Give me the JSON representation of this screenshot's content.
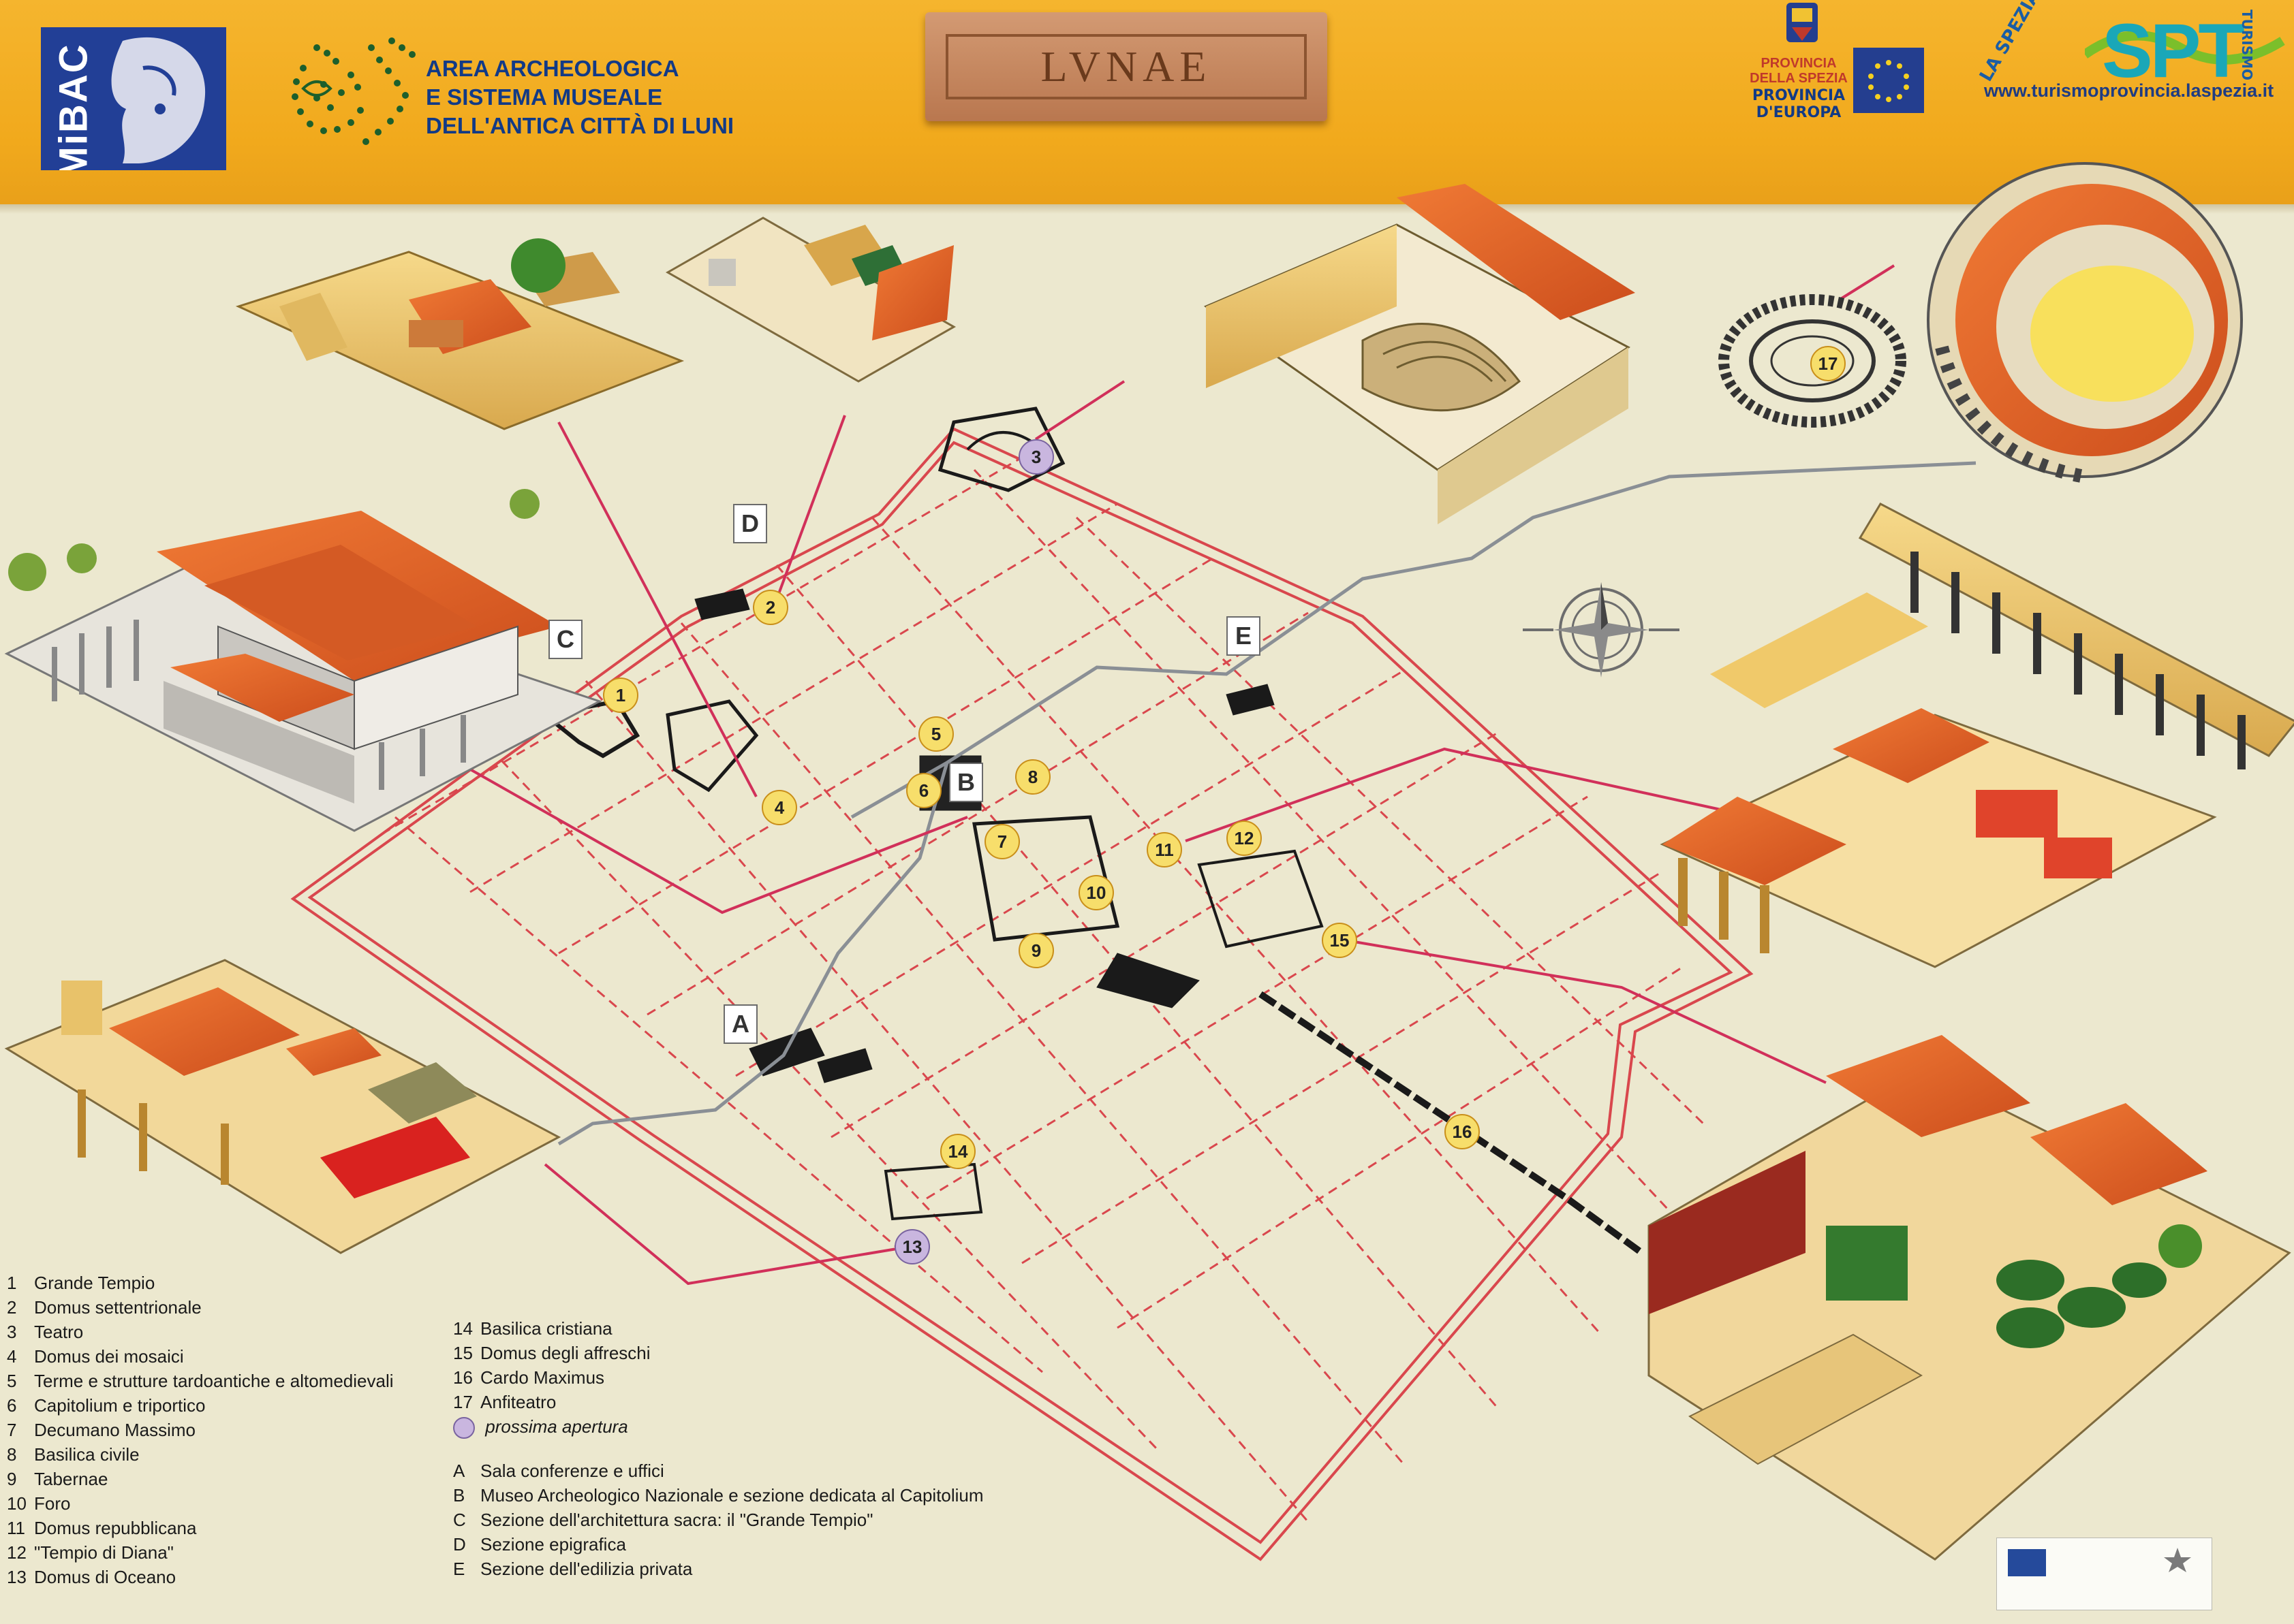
{
  "header": {
    "mibac_logo_text": "MiBAC",
    "area_title_lines": [
      "AREA ARCHEOLOGICA",
      "E SISTEMA MUSEALE",
      "DELL'ANTICA CITTÀ DI LUNI"
    ],
    "plaque_text": "LVNAE",
    "province_logo_lines": [
      "PROVINCIA",
      "DELLA SPEZIA"
    ],
    "province_europa_lines": [
      "PROVINCIA",
      "D'EUROPA"
    ],
    "spt_logo_text": "SPT",
    "spt_vertical_text": "LA SPEZIA PROVINCIA",
    "spt_tag": "TURISMO",
    "website": "www.turismoprovincia.laspezia.it"
  },
  "colors": {
    "banner": "#f1a91c",
    "parchment": "#ece8cf",
    "city_wall": "#d9474d",
    "callout_line": "#d1305a",
    "pin_fill": "#f7de6b",
    "pin_upcoming": "#c9b6df",
    "roof_orange": "#e8632a",
    "navy": "#123a86"
  },
  "map": {
    "compass": "compass-rose-icon",
    "letter_markers": [
      {
        "id": "A"
      },
      {
        "id": "B"
      },
      {
        "id": "C"
      },
      {
        "id": "D"
      },
      {
        "id": "E"
      }
    ],
    "number_markers": [
      {
        "id": "1"
      },
      {
        "id": "2"
      },
      {
        "id": "3",
        "upcoming": true
      },
      {
        "id": "4"
      },
      {
        "id": "5"
      },
      {
        "id": "6"
      },
      {
        "id": "7"
      },
      {
        "id": "8"
      },
      {
        "id": "9"
      },
      {
        "id": "10"
      },
      {
        "id": "11"
      },
      {
        "id": "12"
      },
      {
        "id": "13",
        "upcoming": true
      },
      {
        "id": "14"
      },
      {
        "id": "15"
      },
      {
        "id": "16"
      },
      {
        "id": "17"
      }
    ]
  },
  "legend_numbers": [
    {
      "n": "1",
      "label": "Grande Tempio"
    },
    {
      "n": "2",
      "label": "Domus settentrionale"
    },
    {
      "n": "3",
      "label": "Teatro"
    },
    {
      "n": "4",
      "label": "Domus dei mosaici"
    },
    {
      "n": "5",
      "label": "Terme e strutture tardoantiche e altomedievali"
    },
    {
      "n": "6",
      "label": "Capitolium e triportico"
    },
    {
      "n": "7",
      "label": "Decumano Massimo"
    },
    {
      "n": "8",
      "label": "Basilica civile"
    },
    {
      "n": "9",
      "label": "Tabernae"
    },
    {
      "n": "10",
      "label": "Foro"
    },
    {
      "n": "11",
      "label": "Domus repubblicana"
    },
    {
      "n": "12",
      "label": "\"Tempio di Diana\""
    },
    {
      "n": "13",
      "label": "Domus di Oceano"
    }
  ],
  "legend_numbers_2": [
    {
      "n": "14",
      "label": "Basilica cristiana"
    },
    {
      "n": "15",
      "label": "Domus degli affreschi"
    },
    {
      "n": "16",
      "label": "Cardo Maximus"
    },
    {
      "n": "17",
      "label": "Anfiteatro"
    }
  ],
  "legend_upcoming": "prossima apertura",
  "legend_letters": [
    {
      "n": "A",
      "label": "Sala conferenze e uffici"
    },
    {
      "n": "B",
      "label": "Museo Archeologico Nazionale e sezione dedicata al Capitolium"
    },
    {
      "n": "C",
      "label": "Sezione dell'architettura sacra: il \"Grande Tempio\""
    },
    {
      "n": "D",
      "label": "Sezione epigrafica"
    },
    {
      "n": "E",
      "label": "Sezione dell'edilizia privata"
    }
  ]
}
